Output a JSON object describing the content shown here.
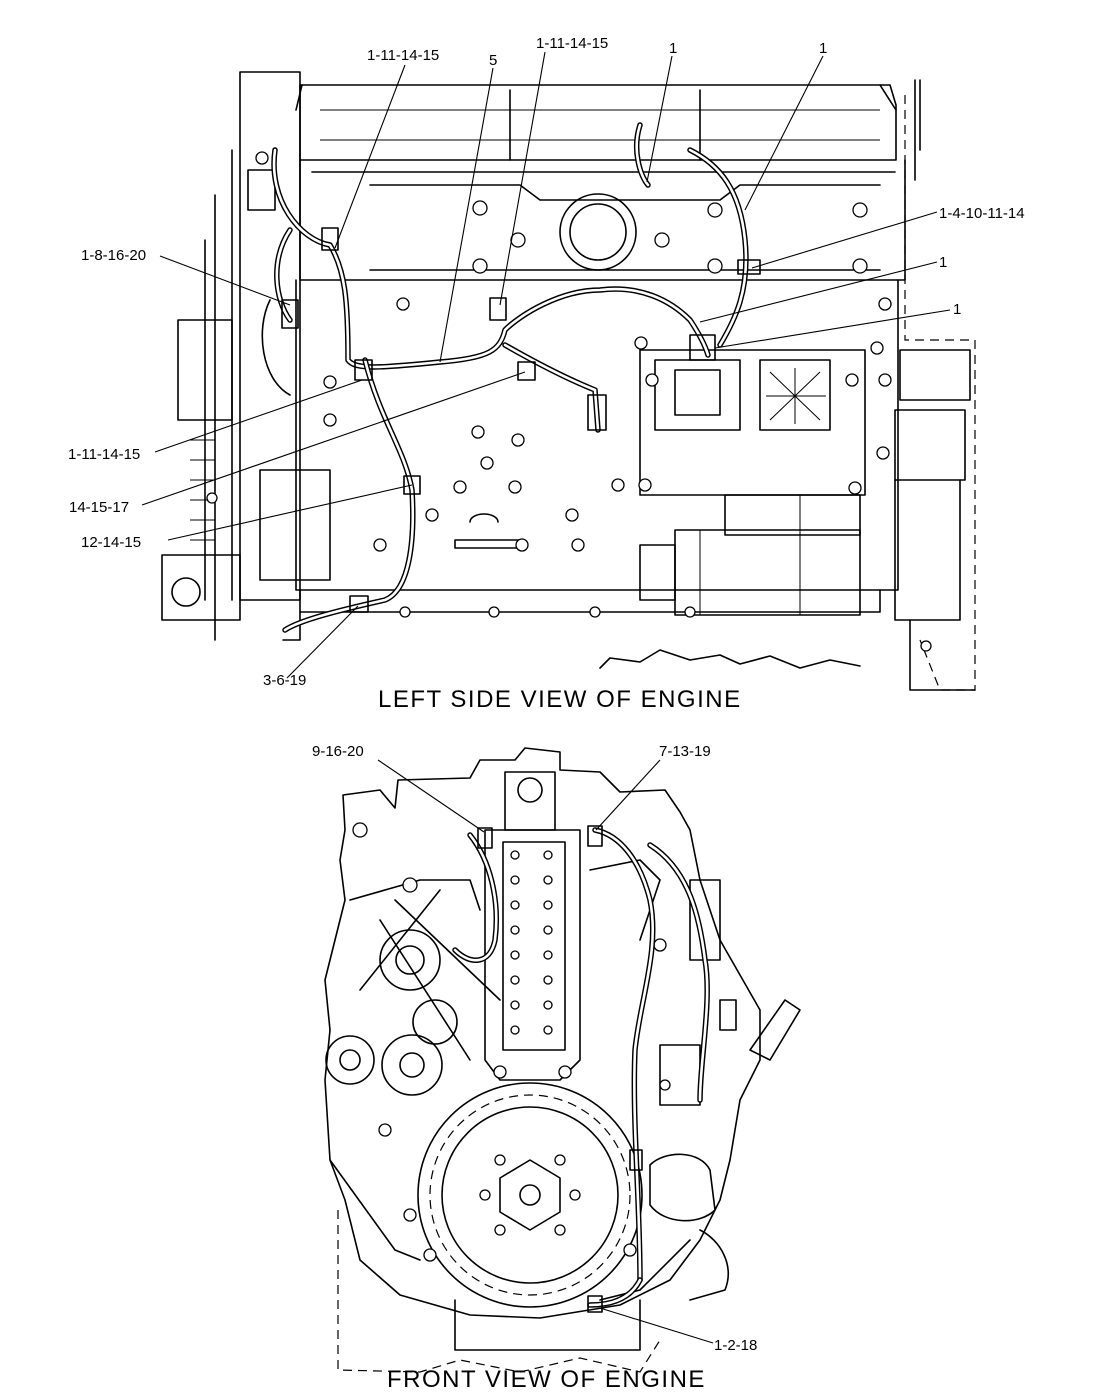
{
  "views": [
    {
      "caption": "LEFT SIDE VIEW OF ENGINE",
      "callouts": [
        "1-11-14-15",
        "1-11-14-15",
        "5",
        "1",
        "1",
        "1-4-10-11-14",
        "1-8-16-20",
        "1",
        "1",
        "1-11-14-15",
        "14-15-17",
        "12-14-15",
        "3-6-19"
      ]
    },
    {
      "caption": "FRONT VIEW OF ENGINE",
      "callouts": [
        "9-16-20",
        "7-13-19",
        "1-2-18"
      ]
    }
  ]
}
